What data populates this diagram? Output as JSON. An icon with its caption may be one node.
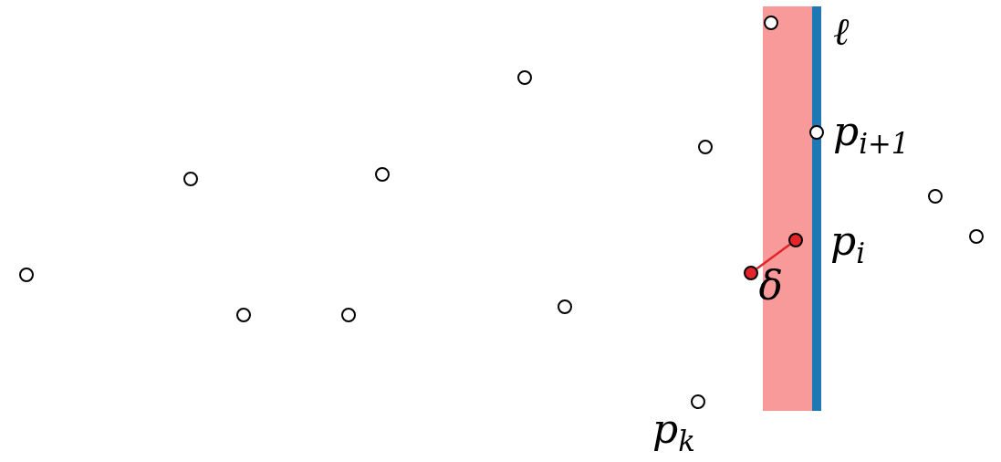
{
  "diagram": {
    "nodes": [
      {
        "text": [],
        "shape": "circle"
      },
      {
        "text": [],
        "shape": "circle"
      },
      {
        "text": [],
        "shape": "circle"
      },
      {
        "text": [],
        "shape": "circle"
      },
      {
        "text": [],
        "shape": "circle"
      },
      {
        "text": [],
        "shape": "circle"
      },
      {
        "text": [],
        "shape": "circle"
      },
      {
        "text": [],
        "shape": "circle",
        "beside": [
          "p$_{k}$"
        ]
      },
      {
        "text": [],
        "shape": "circle"
      },
      {
        "text": [],
        "shape": "circle"
      },
      {
        "text": [],
        "shape": "circle"
      },
      {
        "text": [],
        "shape": "circle",
        "beside": [
          "p$_{i}$"
        ]
      },
      {
        "text": [],
        "shape": "circle",
        "beside": [
          "p$_{i+1}$"
        ]
      },
      {
        "text": [],
        "shape": "circle"
      },
      {
        "text": [],
        "shape": "circle"
      }
    ],
    "edges": [
      {
        "from": 9,
        "to": 11,
        "arrow": "none",
        "label": "δ",
        "color": "#e3242b"
      }
    ],
    "labels": [
      "ℓ"
    ]
  }
}
